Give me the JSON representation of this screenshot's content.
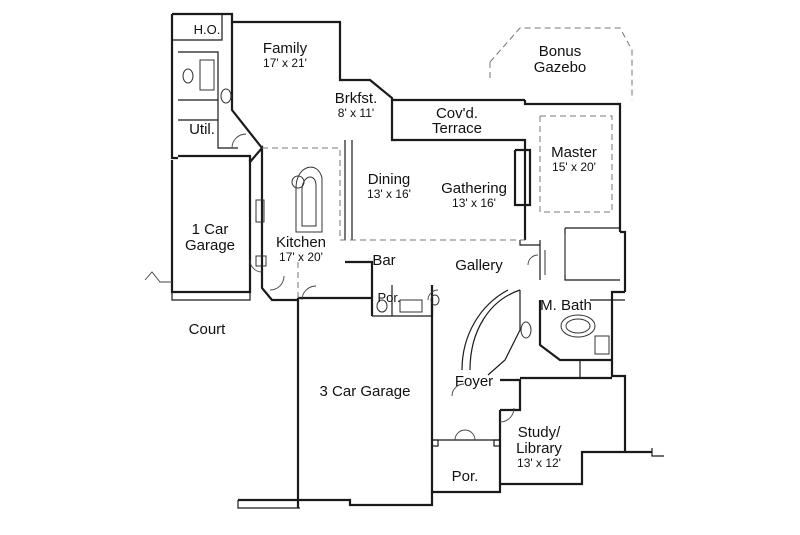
{
  "floor_plan": {
    "rooms": {
      "ho": {
        "name": "H.O."
      },
      "family": {
        "name": "Family",
        "size": "17' x 21'"
      },
      "brkfst": {
        "name": "Brkfst.",
        "size": "8' x 11'"
      },
      "covd_terrace": {
        "name": "Cov'd.",
        "name2": "Terrace"
      },
      "bonus_gazebo": {
        "name": "Bonus",
        "name2": "Gazebo"
      },
      "util": {
        "name": "Util."
      },
      "master": {
        "name": "Master",
        "size": "15' x 20'"
      },
      "dining": {
        "name": "Dining",
        "size": "13' x 16'"
      },
      "gathering": {
        "name": "Gathering",
        "size": "13' x 16'"
      },
      "one_car_garage": {
        "name": "1 Car",
        "name2": "Garage"
      },
      "kitchen": {
        "name": "Kitchen",
        "size": "17' x 20'"
      },
      "bar": {
        "name": "Bar"
      },
      "gallery": {
        "name": "Gallery"
      },
      "por_small": {
        "name": "Por."
      },
      "m_bath": {
        "name": "M. Bath"
      },
      "three_car_garage": {
        "name": "3 Car Garage"
      },
      "foyer": {
        "name": "Foyer"
      },
      "study_library": {
        "name": "Study/",
        "name2": "Library",
        "size": "13' x 12'"
      },
      "por_front": {
        "name": "Por."
      }
    },
    "outside": {
      "court": {
        "name": "Court"
      }
    }
  }
}
